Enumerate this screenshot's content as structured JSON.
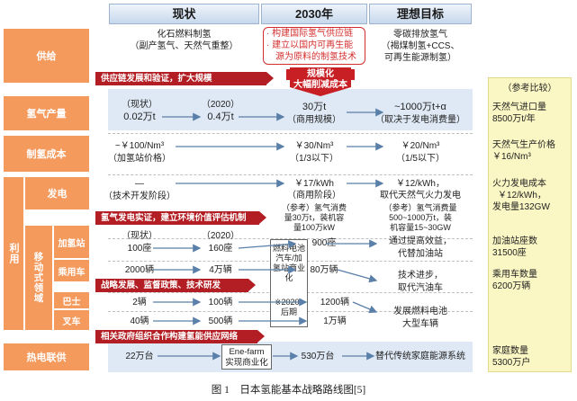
{
  "headers": {
    "col1": "现状",
    "col2": "2030年",
    "col3": "理想目标"
  },
  "rows": {
    "supply": "供给",
    "production": "氢气产量",
    "cost": "制氢成本",
    "use": "利用",
    "power": "发电",
    "mobility": "移动式领域",
    "station": "加氢站",
    "car": "乘用车",
    "bus": "巴士",
    "forklift": "叉车",
    "chp": "热电联供"
  },
  "supply": {
    "now_line1": "化石燃料制氢",
    "now_line2": "（副产氢气、天然气重整）",
    "y2030_line1": "· 构建国际氢气供应链",
    "y2030_line2": "· 建立以国内可再生能",
    "y2030_line3": "源为原料的制氢技术",
    "ideal_line1": "零碳排放氢气",
    "ideal_line2": "（褐煤制氢+CCS、",
    "ideal_line3": "可再生能源制氢）",
    "redbar": "供应链发展和验证，扩大规模",
    "bigarrow_line1": "规模化",
    "bigarrow_line2": "大幅削减成本"
  },
  "production": {
    "a1": "（现状）",
    "a2": "0.02万t",
    "b1": "（2020）",
    "b2": "0.4万t",
    "c1": "30万t",
    "c2": "（商用规模）",
    "d1": "~1000万t+α",
    "d2": "（取决于发电消费量）"
  },
  "cost": {
    "a1": "~￥100/Nm³",
    "a2": "（加氢站价格）",
    "c1": "￥30/Nm³",
    "c2": "（1/3以下）",
    "d1": "￥20/Nm³",
    "d2": "（1/5以下）"
  },
  "power": {
    "a1": "—",
    "a2": "（技术开发阶段）",
    "c1": "￥17/kWh",
    "c2": "（商用阶段）",
    "c3": "（参考）氢气消费",
    "c4": "量30万t，装机容",
    "c5": "量100万kW",
    "d1": "￥12/kWh，",
    "d2": "取代天然气火力发电",
    "d3": "（参考）氢气消费量",
    "d4": "500~1000万t，装",
    "d5": "机容量15~30GW",
    "redbar": "氢气发电实证，建立环境价值评估机制"
  },
  "station": {
    "a1": "（现状）",
    "a2": "100座",
    "b1": "（2020）",
    "b2": "160座",
    "c": "900座",
    "d1": "通过提高效益，",
    "d2": "代替加油站"
  },
  "car": {
    "a": "2000辆",
    "b": "4万辆",
    "c": "80万辆",
    "d1": "技术进步，",
    "d2": "取代汽油车"
  },
  "mobility_redbar": "战略发展、监督政策、技术研发",
  "commercial_box": {
    "l1": "燃料电池",
    "l2": "汽车/加",
    "l3": "氢站商业",
    "l4": "化",
    "l5": "※2020s",
    "l6": "后期"
  },
  "bus": {
    "a": "2辆",
    "b": "100辆",
    "c": "1200辆",
    "d1": "发展燃料电池",
    "d2": "大型车辆"
  },
  "forklift": {
    "a": "40辆",
    "b": "500辆",
    "c": "1万辆"
  },
  "chp": {
    "redbar": "相关政府组织合作构建氢能供应网络",
    "a": "22万台",
    "box1": "Ene-farm",
    "box2": "实现商业化",
    "c": "530万台",
    "d": "替代传统家庭能源系统"
  },
  "reference": {
    "title": "（参考比较）",
    "r1a": "天然气进口量",
    "r1b": "8500万t/年",
    "r2a": "天然气生产价格",
    "r2b": "￥16/Nm³",
    "r3a": "火力发电成本",
    "r3b": "￥12/kWh，",
    "r3c": "发电量132GW",
    "r4a": "加油站座数",
    "r4b": "31500座",
    "r5a": "乘用车数量",
    "r5b": "6200万辆",
    "r6a": "家庭数量",
    "r6b": "5300万户"
  },
  "caption": "图 1　日本氢能基本战略路线图[5]",
  "colors": {
    "orange": "#f59a5d",
    "red": "#b21e23",
    "pale_blue": "#dfe9f5",
    "yellow": "#fbf7c4",
    "arrow_blue": "#5a7fa8"
  }
}
